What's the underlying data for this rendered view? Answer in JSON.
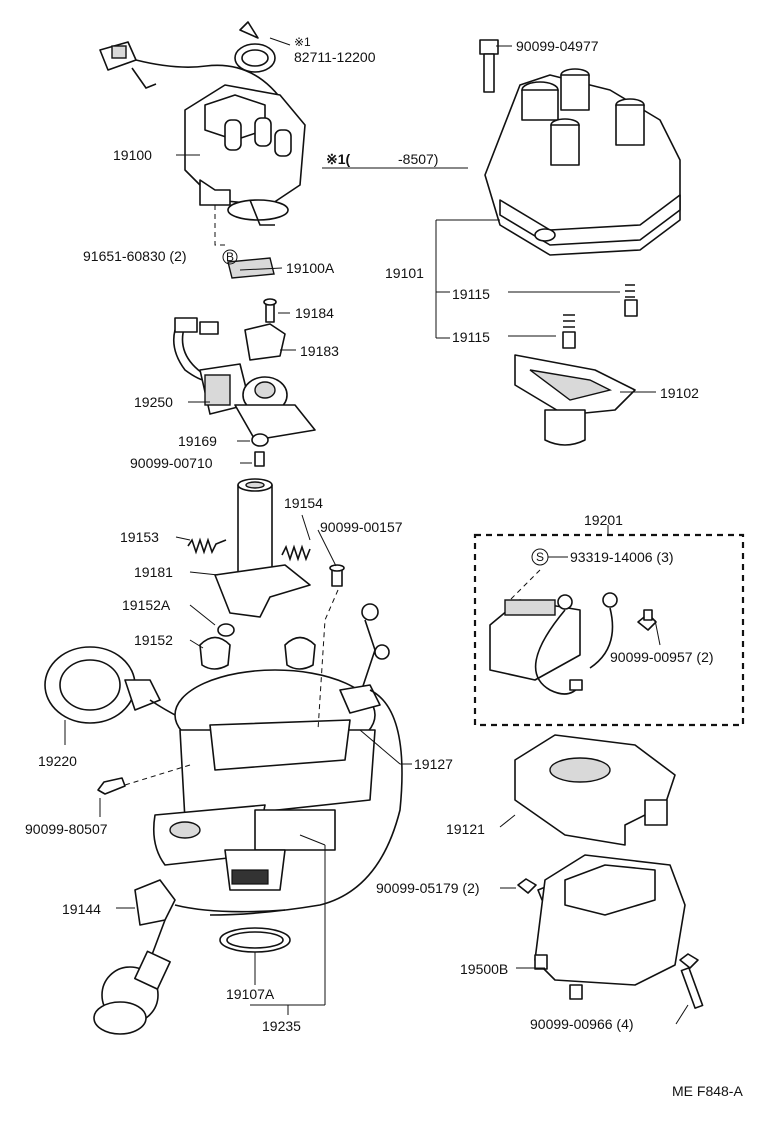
{
  "labels": {
    "l_82711_note": "※1",
    "l_82711": "82711-12200",
    "l_90099_04977": "90099-04977",
    "l_19100": "19100",
    "l_note_sym": "※1(",
    "l_note_range": "-8507)",
    "l_91651": "91651-60830 (2)",
    "l_b_mark": "B",
    "l_19100A": "19100A",
    "l_19101": "19101",
    "l_19115_a": "19115",
    "l_19115_b": "19115",
    "l_19184": "19184",
    "l_19183": "19183",
    "l_19250": "19250",
    "l_19102": "19102",
    "l_19169": "19169",
    "l_90099_00710": "90099-00710",
    "l_19154": "19154",
    "l_19153": "19153",
    "l_90099_00157": "90099-00157",
    "l_19181": "19181",
    "l_19152A": "19152A",
    "l_19152": "19152",
    "l_19201": "19201",
    "l_s_mark": "S",
    "l_93319": "93319-14006 (3)",
    "l_90099_00957": "90099-00957 (2)",
    "l_19220": "19220",
    "l_19127": "19127",
    "l_90099_80507": "90099-80507",
    "l_19121": "19121",
    "l_19144": "19144",
    "l_90099_05179": "90099-05179 (2)",
    "l_19500B": "19500B",
    "l_19107A": "19107A",
    "l_90099_00966": "90099-00966 (4)",
    "l_19235": "19235",
    "l_code": "ME F848-A"
  }
}
